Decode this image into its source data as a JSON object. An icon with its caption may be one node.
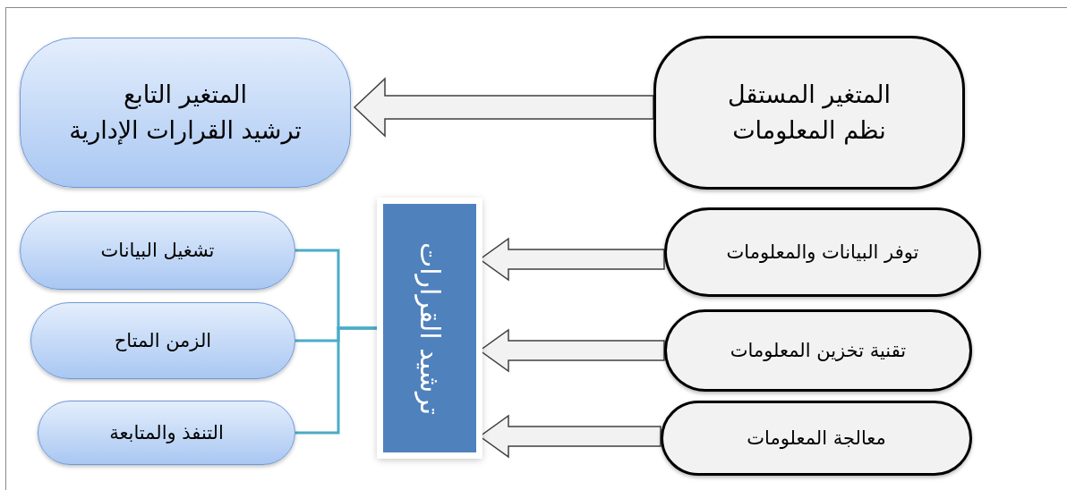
{
  "diagram": {
    "nodes": [
      {
        "text": [
          "المتغير المستقل",
          "نظم المعلومات"
        ]
      },
      {
        "text": [
          "المتغير التابع",
          "ترشيد القرارات الإدارية"
        ]
      },
      {
        "text": [
          "ترشيد القرارات"
        ]
      },
      {
        "text": [
          "توفر البيانات والمعلومات"
        ]
      },
      {
        "text": [
          "تقنية تخزين المعلومات"
        ]
      },
      {
        "text": [
          "معالجة المعلومات"
        ]
      },
      {
        "text": [
          "تشغيل البيانات"
        ]
      },
      {
        "text": [
          "الزمن المتاح"
        ]
      },
      {
        "text": [
          "التنفذ والمتابعة"
        ]
      }
    ],
    "edges": [
      {
        "from": 0,
        "to": 1,
        "arrow": "to"
      },
      {
        "from": 3,
        "to": 2,
        "arrow": "to"
      },
      {
        "from": 4,
        "to": 2,
        "arrow": "to"
      },
      {
        "from": 5,
        "to": 2,
        "arrow": "to"
      },
      {
        "from": 6,
        "to": 2,
        "arrow": "none",
        "color": "#4bacc6"
      },
      {
        "from": 7,
        "to": 2,
        "arrow": "none",
        "color": "#4bacc6"
      },
      {
        "from": 8,
        "to": 2,
        "arrow": "none",
        "color": "#4bacc6"
      }
    ]
  }
}
